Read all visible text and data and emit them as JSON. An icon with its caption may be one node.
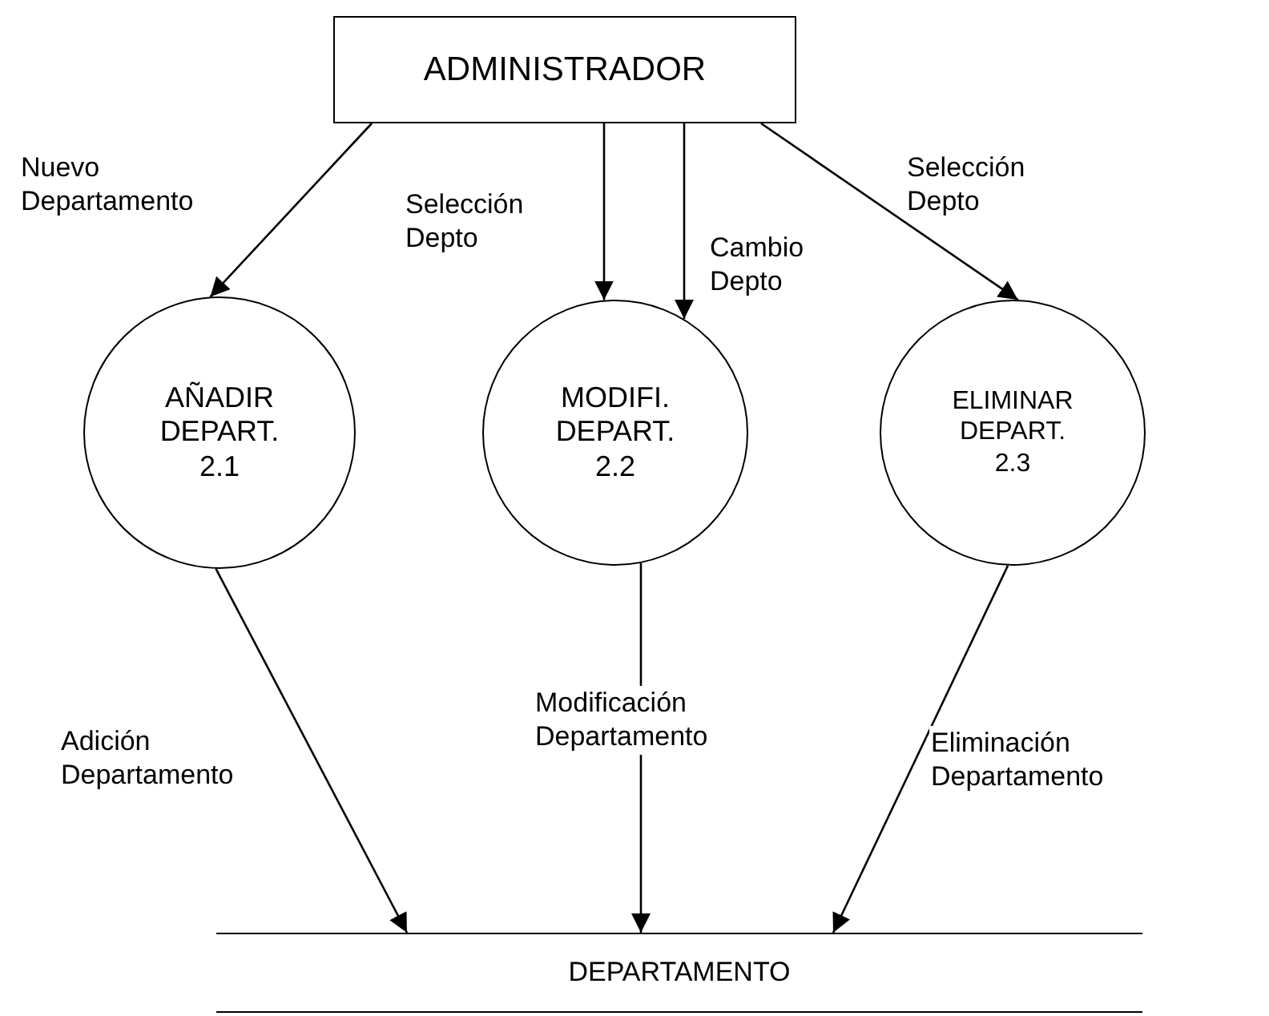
{
  "diagram": {
    "nodes": [
      {
        "text": [
          "ADMINISTRADOR"
        ]
      },
      {
        "text": [
          "AÑADIR DEPART.",
          "2.1"
        ]
      },
      {
        "text": [
          "MODIFI. DEPART.",
          "2.2"
        ]
      },
      {
        "text": [
          "ELIMINAR DEPART.",
          "2.3"
        ]
      },
      {
        "text": [
          "DEPARTAMENTO"
        ]
      }
    ],
    "edges": [
      {
        "from": 0,
        "to": 1,
        "arrow": "to",
        "label": "Nuevo Departamento"
      },
      {
        "from": 0,
        "to": 2,
        "arrow": "to",
        "label": "Selección Depto"
      },
      {
        "from": 0,
        "to": 2,
        "arrow": "to",
        "label": "Cambio Depto"
      },
      {
        "from": 0,
        "to": 3,
        "arrow": "to",
        "label": "Selección Depto"
      },
      {
        "from": 1,
        "to": 4,
        "arrow": "to",
        "label": "Adición Departamento"
      },
      {
        "from": 2,
        "to": 4,
        "arrow": "to",
        "label": "Modificación Departamento"
      },
      {
        "from": 3,
        "to": 4,
        "arrow": "to",
        "label": "Eliminación Departamento"
      }
    ]
  }
}
